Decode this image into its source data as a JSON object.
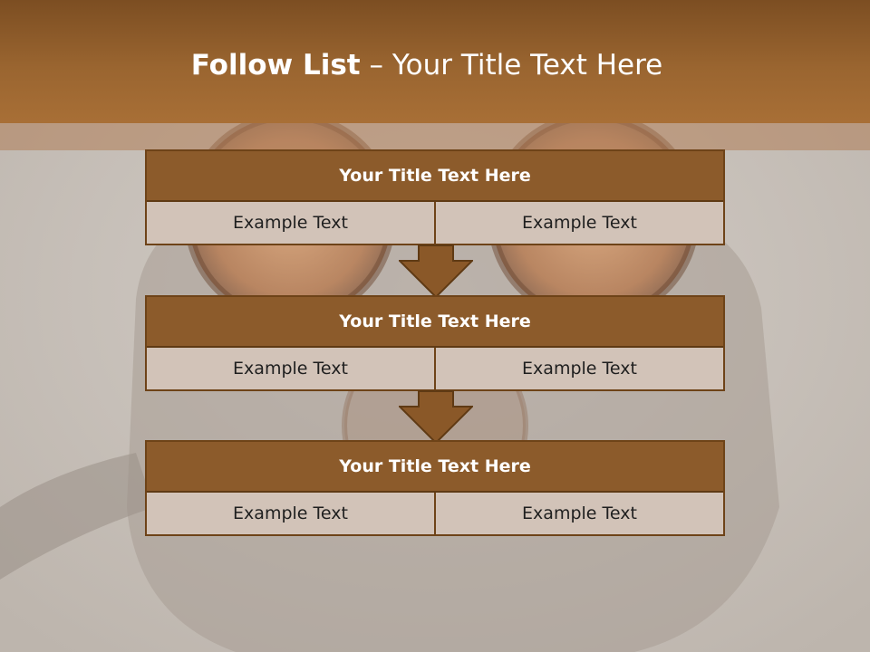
{
  "slide": {
    "title_bold": "Follow List",
    "title_rest": " – Your Title Text Here"
  },
  "blocks": [
    {
      "title": "Your Title Text Here",
      "left": "Example Text",
      "right": "Example Text"
    },
    {
      "title": "Your Title Text Here",
      "left": "Example Text",
      "right": "Example Text"
    },
    {
      "title": "Your Title Text Here",
      "left": "Example Text",
      "right": "Example Text"
    }
  ],
  "colors": {
    "header_brown": "#9a6530",
    "box_title_brown": "#8c5b2b",
    "cell_beige": "#d2c3b8",
    "arrow_brown": "#8a5828"
  }
}
